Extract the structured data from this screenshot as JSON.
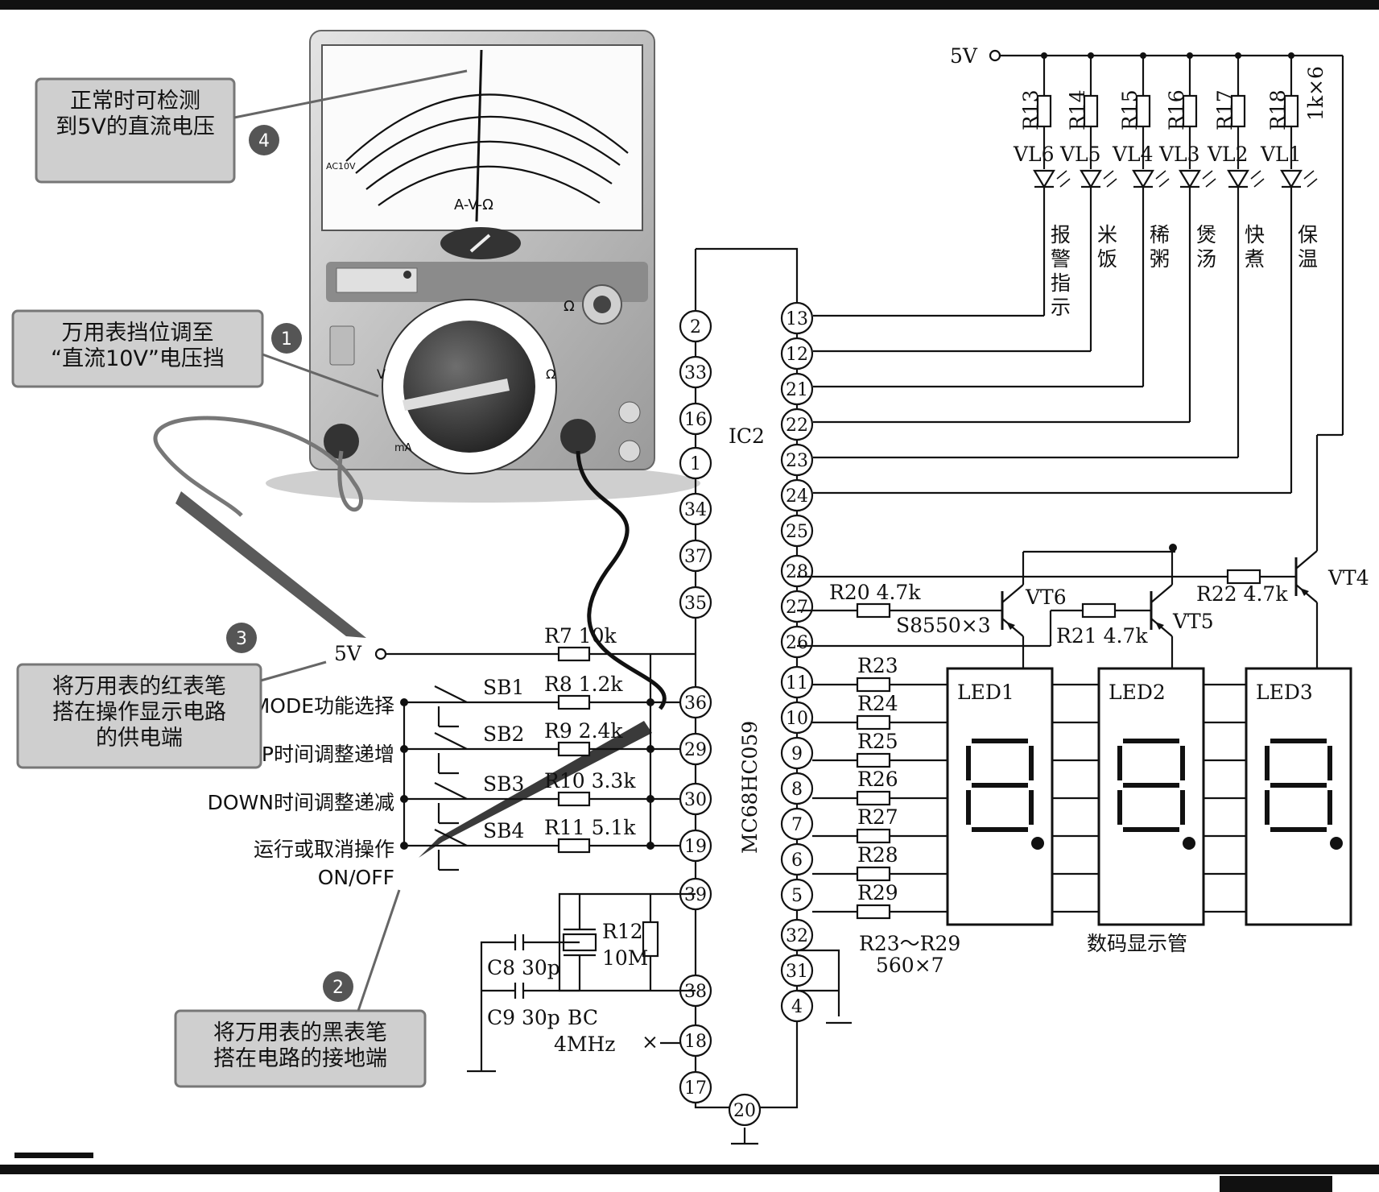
{
  "supply": {
    "label": "5V"
  },
  "resistor_pullups": [
    "R13",
    "R14",
    "R15",
    "R16",
    "R17",
    "R18"
  ],
  "pullup_value": "1k×6",
  "leds": [
    "VL6",
    "VL5",
    "VL4",
    "VL3",
    "VL2",
    "VL1"
  ],
  "indicators": [
    "报警指示",
    "米饭",
    "稀粥",
    "煲汤",
    "快煮",
    "保温"
  ],
  "ic": {
    "name": "IC2",
    "part": "MC68HC059"
  },
  "left_pins": [
    "2",
    "33",
    "16",
    "1",
    "34",
    "37",
    "35",
    "36",
    "29",
    "30",
    "19",
    "39",
    "38",
    "18",
    "17"
  ],
  "right_pins": [
    "13",
    "12",
    "21",
    "22",
    "23",
    "24",
    "25",
    "28",
    "27",
    "26",
    "11",
    "10",
    "9",
    "8",
    "7",
    "6",
    "5",
    "32",
    "31",
    "4"
  ],
  "bottom_pin": "20",
  "input_resistors": [
    {
      "name": "R7",
      "value": "10k"
    },
    {
      "name": "R8",
      "value": "1.2k"
    },
    {
      "name": "R9",
      "value": "2.4k"
    },
    {
      "name": "R10",
      "value": "3.3k"
    },
    {
      "name": "R11",
      "value": "5.1k"
    }
  ],
  "switches": [
    "SB1",
    "SB2",
    "SB3",
    "SB4"
  ],
  "switch_labels": [
    "MODE功能选择",
    "UP时间调整递增",
    "DOWN时间调整递减",
    "运行或取消操作",
    "ON/OFF"
  ],
  "input_supply": "5V",
  "transistors": {
    "vt6": "VT6",
    "vt5": "VT5",
    "vt4": "VT4",
    "type": "S8550×3"
  },
  "base_resistors": [
    {
      "name": "R20",
      "value": "4.7k"
    },
    {
      "name": "R21",
      "value": "4.7k"
    },
    {
      "name": "R22",
      "value": "4.7k"
    }
  ],
  "segment_resistors": [
    "R23",
    "R24",
    "R25",
    "R26",
    "R27",
    "R28",
    "R29"
  ],
  "segment_note": [
    "R23～R29",
    "560×7"
  ],
  "displays": [
    "LED1",
    "LED2",
    "LED3"
  ],
  "display_caption": "数码显示管",
  "oscillator": {
    "c8": "C8 30p",
    "c9": "C9 30p",
    "crystal": "BC",
    "freq": "4MHz",
    "r12": "R12",
    "r12_value": "10M"
  },
  "callouts": [
    {
      "num": "1",
      "lines": [
        "万用表挡位调至",
        "“直流10V”电压挡"
      ]
    },
    {
      "num": "2",
      "lines": [
        "将万用表的黑表笔",
        "搭在电路的接地端"
      ]
    },
    {
      "num": "3",
      "lines": [
        "将万用表的红表笔",
        "搭在操作显示电路",
        "的供电端"
      ]
    },
    {
      "num": "4",
      "lines": [
        "正常时可检测",
        "到5V的直流电压"
      ]
    }
  ],
  "meter": {
    "dial_label": "A-V-Ω",
    "ohm": "Ω",
    "v": "V",
    "ma": "mA",
    "ac": "AC10V"
  }
}
